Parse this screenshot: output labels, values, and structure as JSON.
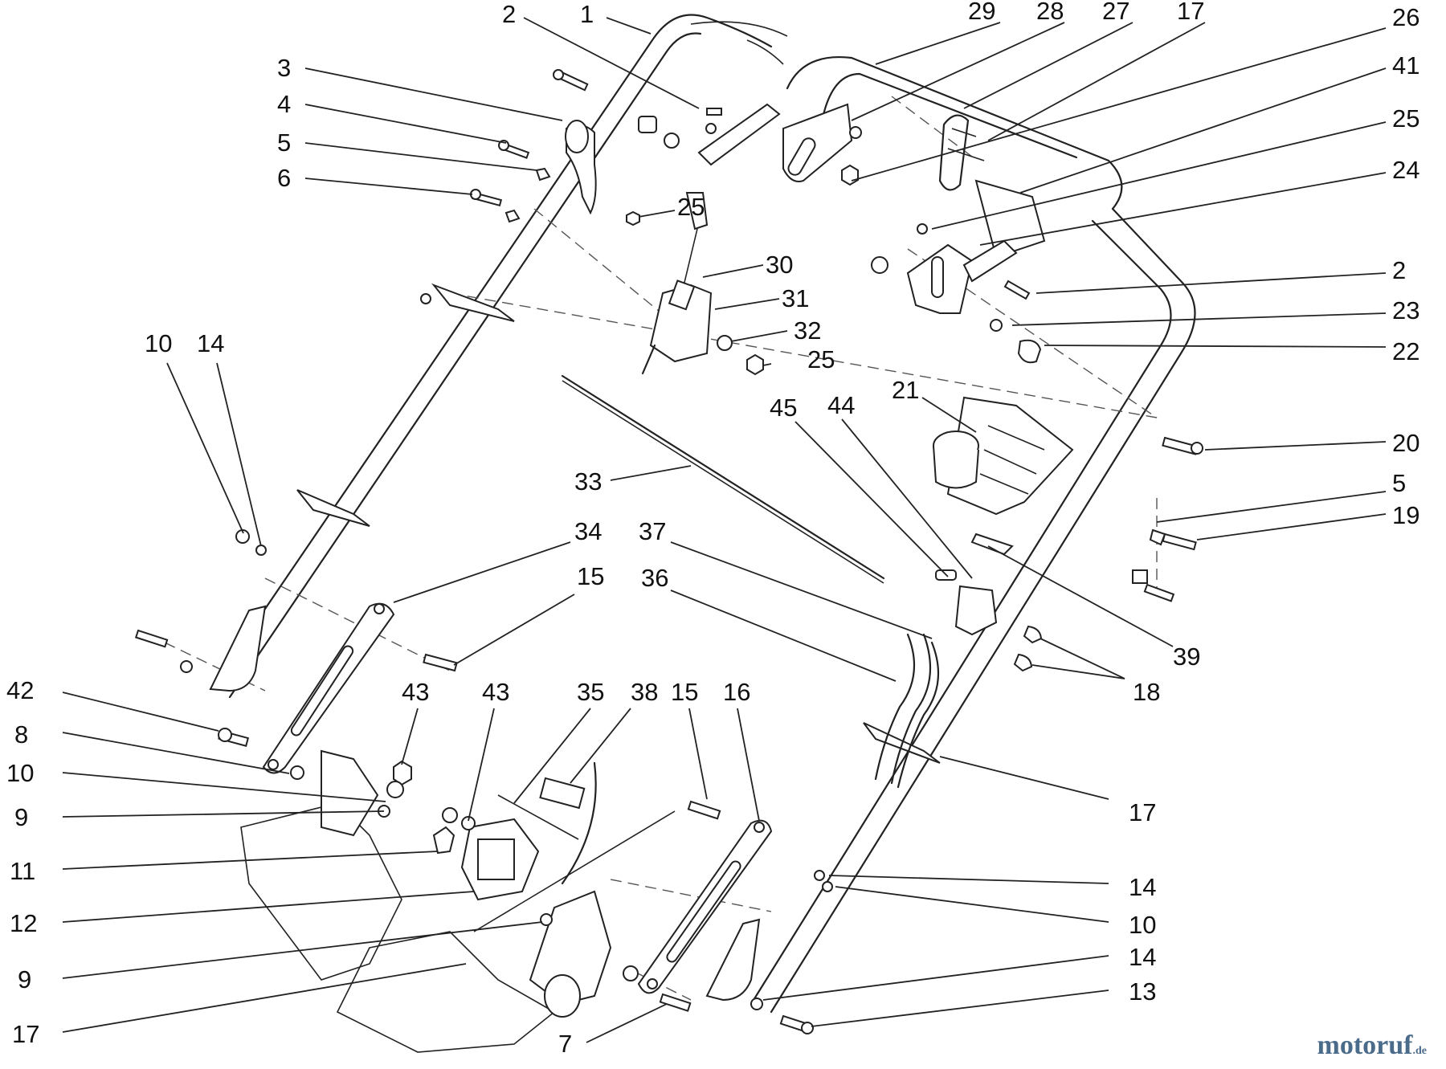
{
  "callouts": [
    "1",
    "2",
    "3",
    "4",
    "5",
    "6",
    "25",
    "29",
    "28",
    "27",
    "17",
    "26",
    "41",
    "25",
    "24",
    "2",
    "23",
    "22",
    "30",
    "31",
    "32",
    "25",
    "10",
    "14",
    "21",
    "45",
    "44",
    "20",
    "5",
    "19",
    "33",
    "34",
    "15",
    "37",
    "36",
    "39",
    "18",
    "42",
    "8",
    "10",
    "9",
    "11",
    "12",
    "9",
    "17",
    "43",
    "43",
    "35",
    "38",
    "15",
    "16",
    "17",
    "14",
    "10",
    "14",
    "13",
    "7"
  ],
  "watermark": {
    "text": "motoruf",
    "suffix": ".de"
  }
}
